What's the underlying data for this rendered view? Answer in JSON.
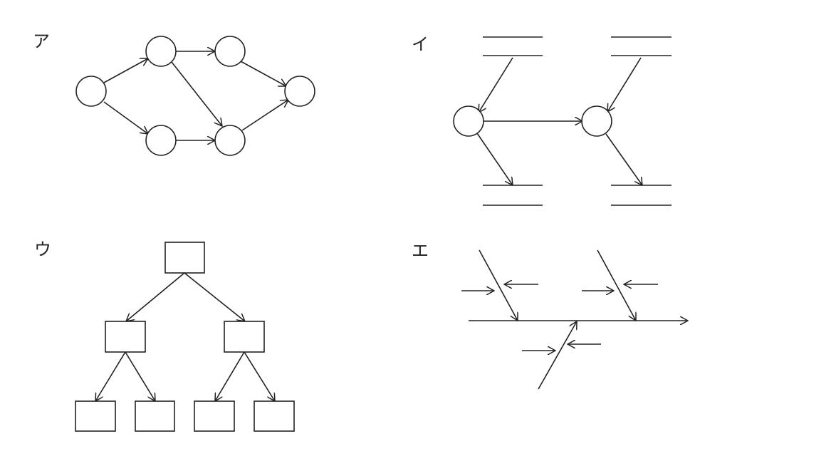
{
  "panels": {
    "a": {
      "label": "ア",
      "kind": "network-diagram"
    },
    "i": {
      "label": "イ",
      "kind": "data-flow-diagram"
    },
    "u": {
      "label": "ウ",
      "kind": "tree-diagram"
    },
    "e": {
      "label": "エ",
      "kind": "fishbone-diagram"
    }
  },
  "colors": {
    "stroke": "#222222",
    "background": "#ffffff"
  }
}
